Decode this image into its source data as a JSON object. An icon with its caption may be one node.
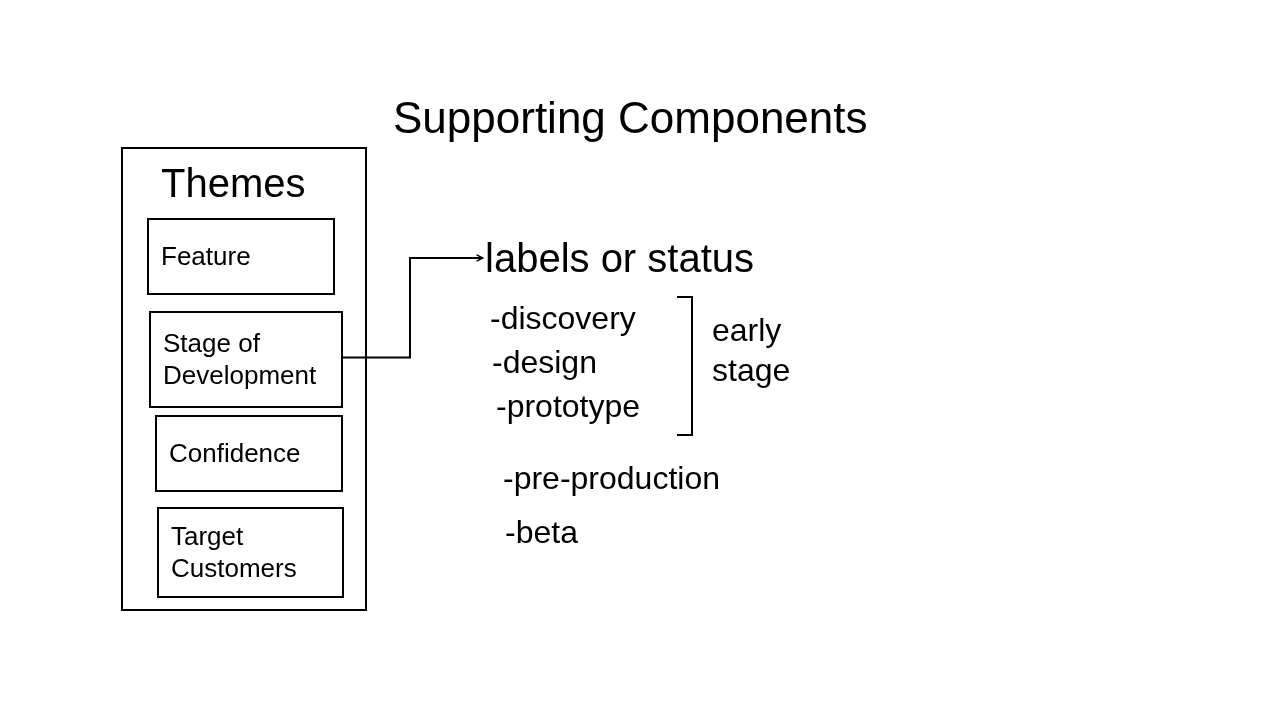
{
  "diagram": {
    "title": "Supporting Components",
    "nodes": [
      {
        "text": [
          "Themes"
        ]
      },
      {
        "text": [
          "Feature"
        ],
        "in": 0
      },
      {
        "text": [
          "Stage of Development"
        ],
        "in": 0
      },
      {
        "text": [
          "Confidence"
        ],
        "in": 0
      },
      {
        "text": [
          "Target Customers"
        ],
        "in": 0
      },
      {
        "text": [
          "labels or status"
        ]
      }
    ],
    "edges": [
      {
        "from": 2,
        "to": 5,
        "arrow": "to"
      }
    ],
    "labels": [
      "-discovery",
      "-design",
      "-prototype",
      "early stage",
      "-pre-production",
      "-beta"
    ]
  }
}
